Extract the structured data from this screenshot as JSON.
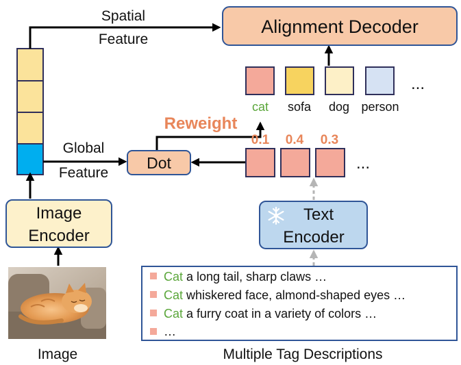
{
  "labels": {
    "spatial_line1": "Spatial",
    "spatial_line2": "Feature",
    "global_line1": "Global",
    "global_line2": "Feature",
    "reweight": "Reweight",
    "image_caption": "Image",
    "descriptions_caption": "Multiple Tag Descriptions"
  },
  "boxes": {
    "alignment_decoder": "Alignment Decoder",
    "dot": "Dot",
    "image_encoder_line1": "Image",
    "image_encoder_line2": "Encoder",
    "text_encoder_line1": "Text",
    "text_encoder_line2": "Encoder"
  },
  "tags": [
    {
      "label": "cat",
      "color": "#f4a99a",
      "label_color": "#5aa63a"
    },
    {
      "label": "sofa",
      "color": "#f7d35f",
      "label_color": "#111111"
    },
    {
      "label": "dog",
      "color": "#fdf0c7",
      "label_color": "#111111"
    },
    {
      "label": "person",
      "color": "#d6e2f3",
      "label_color": "#111111"
    }
  ],
  "tags_ellipsis": "...",
  "weights": [
    {
      "value": "0.1"
    },
    {
      "value": "0.4"
    },
    {
      "value": "0.3"
    }
  ],
  "weights_ellipsis": "...",
  "descriptions": [
    {
      "tag": "Cat",
      "text": " a long tail, sharp claws …"
    },
    {
      "tag": "Cat",
      "text": " whiskered face, almond-shaped eyes …"
    },
    {
      "tag": "Cat",
      "text": " a furry coat in a variety of colors …"
    },
    {
      "tag": "",
      "text": "…"
    }
  ],
  "colors": {
    "accent_orange": "#e8865a",
    "tag_green": "#5aa63a",
    "feature_yellow": "#fbe39b",
    "global_cyan": "#00aeef",
    "box_border_blue": "#2f5597",
    "text_encoder_fill": "#bdd7ee",
    "image_encoder_fill": "#fdf1cb",
    "decoder_fill": "#f8c9a8"
  },
  "icons": {
    "frozen": "snowflake-icon",
    "image": "cat-photo"
  }
}
